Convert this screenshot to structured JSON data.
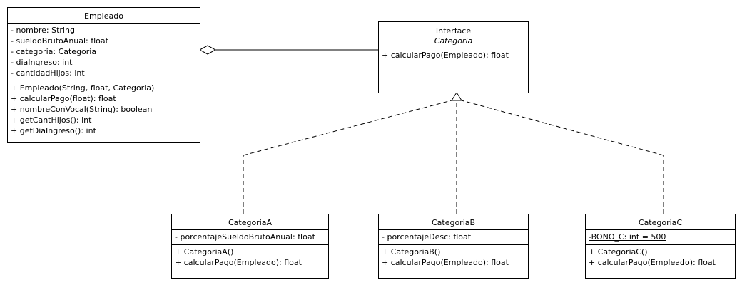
{
  "empleado": {
    "name": "Empleado",
    "attributes": [
      "- nombre: String",
      "- sueldoBrutoAnual: float",
      "- categoria: Categoria",
      "- diaIngreso: int",
      "- cantidadHijos: int"
    ],
    "methods": [
      "+ Empleado(String, float, Categoria)",
      "+ calcularPago(float): float",
      "+ nombreConVocal(String): boolean",
      "+ getCantHijos(): int",
      "+ getDiaIngreso(): int"
    ]
  },
  "categoria": {
    "stereotype": "Interface",
    "name": "Categoria",
    "methods": [
      "+ calcularPago(Empleado): float"
    ]
  },
  "categoriaA": {
    "name": "CategoriaA",
    "attributes": [
      "- porcentajeSueldoBrutoAnual: float"
    ],
    "methods": [
      "+ CategoriaA()",
      "+ calcularPago(Empleado): float"
    ]
  },
  "categoriaB": {
    "name": "CategoriaB",
    "attributes": [
      "- porcentajeDesc: float"
    ],
    "methods": [
      "+ CategoriaB()",
      "+ calcularPago(Empleado): float"
    ]
  },
  "categoriaC": {
    "name": "CategoriaC",
    "attributes": [
      "-BONO_C: int = 500"
    ],
    "methods": [
      "+ CategoriaC()",
      "+ calcularPago(Empleado): float"
    ]
  },
  "relations": [
    {
      "type": "aggregation",
      "from": "Empleado",
      "to": "Categoria"
    },
    {
      "type": "realization",
      "from": "CategoriaA",
      "to": "Categoria"
    },
    {
      "type": "realization",
      "from": "CategoriaB",
      "to": "Categoria"
    },
    {
      "type": "realization",
      "from": "CategoriaC",
      "to": "Categoria"
    }
  ]
}
